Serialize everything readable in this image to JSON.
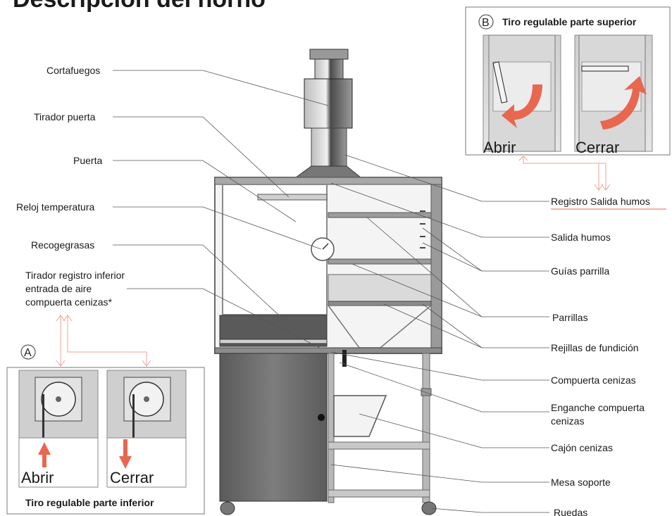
{
  "title": "Descripción del horno",
  "labels_left": {
    "cortafuegos": "Cortafuegos",
    "tirador_puerta": "Tirador puerta",
    "puerta": "Puerta",
    "reloj_temperatura": "Reloj temperatura",
    "recogegrasas": "Recogegrasas",
    "tirador_registro": [
      "Tirador registro inferior",
      "entrada de aire",
      "compuerta cenizas*"
    ]
  },
  "labels_right": {
    "registro_salida_humos": "Registro Salida humos",
    "salida_humos": "Salida humos",
    "guias_parrilla": "Guías parrilla",
    "parrillas": "Parrillas",
    "rejillas_fundicion": "Rejillas de fundición",
    "compuerta_cenizas": "Compuerta cenizas",
    "enganche_compuerta": [
      "Enganche compuerta",
      "cenizas"
    ],
    "cajon_cenizas": "Cajón cenizas",
    "mesa_soporte": "Mesa soporte",
    "ruedas": "Ruedas"
  },
  "inset_top": {
    "marker": "B",
    "title": "Tiro regulable parte superior",
    "open": "Abrir",
    "close": "Cerrar"
  },
  "inset_bottom": {
    "marker": "A",
    "title": "Tiro regulable parte inferior",
    "open": "Abrir",
    "close": "Cerrar"
  },
  "colors": {
    "accent": "#e8674f",
    "arrow_light": "#f0a090",
    "metal": "#8a8a8a",
    "dark_metal": "#4a4a4a",
    "leader": "#555555"
  }
}
